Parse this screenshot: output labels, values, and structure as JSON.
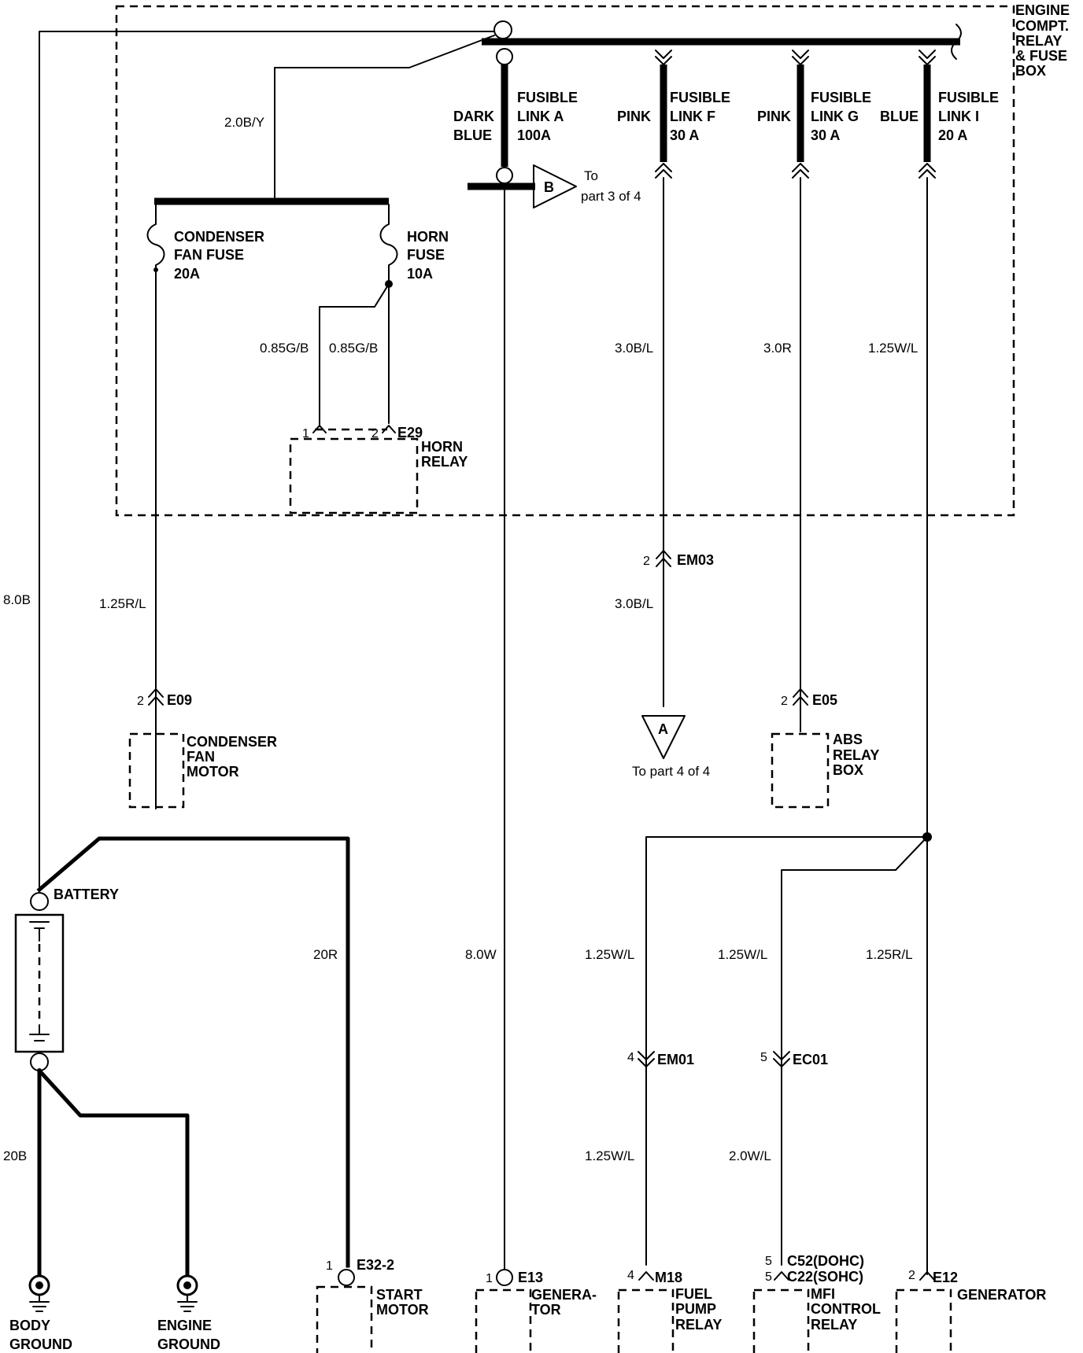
{
  "box_title": [
    "ENGINE",
    "COMPT.",
    "RELAY",
    "& FUSE",
    "BOX"
  ],
  "fusible_links": [
    {
      "color": [
        "DARK",
        "BLUE"
      ],
      "name": [
        "FUSIBLE",
        "LINK A",
        "100A"
      ]
    },
    {
      "color": [
        "PINK"
      ],
      "name": [
        "FUSIBLE",
        "LINK F",
        "30 A"
      ]
    },
    {
      "color": [
        "PINK"
      ],
      "name": [
        "FUSIBLE",
        "LINK G",
        "30 A"
      ]
    },
    {
      "color": [
        "BLUE"
      ],
      "name": [
        "FUSIBLE",
        "LINK I",
        "20 A"
      ]
    }
  ],
  "fuses": {
    "condenser": [
      "CONDENSER",
      "FAN FUSE",
      "20A"
    ],
    "horn": [
      "HORN",
      "FUSE",
      "10A"
    ]
  },
  "offpage": {
    "b": {
      "letter": "B",
      "text": [
        "To",
        "part 3 of 4"
      ]
    },
    "a": {
      "letter": "A",
      "text": "To part 4 of 4"
    }
  },
  "wires": {
    "main_feed": "2.0B/Y",
    "horn_in": "0.85G/B",
    "horn_out": "0.85G/B",
    "link_f": "3.0B/L",
    "link_g": "3.0R",
    "link_i": "1.25W/L",
    "battery_pos": "8.0B",
    "condenser_motor": "1.25R/L",
    "em03_out": "3.0B/L",
    "start": "20R",
    "generator": "8.0W",
    "fuel_pump_upper": "1.25W/L",
    "mfi_upper": "1.25W/L",
    "gen_sense": "1.25R/L",
    "fuel_pump_lower": "1.25W/L",
    "mfi_lower": "2.0W/L",
    "body_ground": "20B"
  },
  "connectors": {
    "horn_relay_pin1": "1",
    "horn_relay_pin2": "2",
    "horn_relay_id": "E29",
    "em03_pin": "2",
    "em03_id": "EM03",
    "e09_pin": "2",
    "e09_id": "E09",
    "e05_pin": "2",
    "e05_id": "E05",
    "em01_pin": "4",
    "em01_id": "EM01",
    "ec01_pin": "5",
    "ec01_id": "EC01",
    "e32_pin": "1",
    "e32_id": "E32-2",
    "e13_pin": "1",
    "e13_id": "E13",
    "m18_pin": "4",
    "m18_id": "M18",
    "c52_pin": "5",
    "c52_id": "C52(DOHC)",
    "c22_pin": "5",
    "c22_id": "C22(SOHC)",
    "e12_pin": "2",
    "e12_id": "E12"
  },
  "components": {
    "horn_relay": [
      "HORN",
      "RELAY"
    ],
    "condenser_motor": [
      "CONDENSER",
      "FAN",
      "MOTOR"
    ],
    "abs_relay_box": [
      "ABS",
      "RELAY",
      "BOX"
    ],
    "battery": "BATTERY",
    "body_ground": [
      "BODY",
      "GROUND"
    ],
    "engine_ground": [
      "ENGINE",
      "GROUND"
    ],
    "start_motor": [
      "START",
      "MOTOR"
    ],
    "generator_terminal": [
      "GENERA-",
      "TOR"
    ],
    "fuel_pump_relay": [
      "FUEL",
      "PUMP",
      "RELAY"
    ],
    "mfi_relay": [
      "MFI",
      "CONTROL",
      "RELAY"
    ],
    "generator": "GENERATOR"
  }
}
